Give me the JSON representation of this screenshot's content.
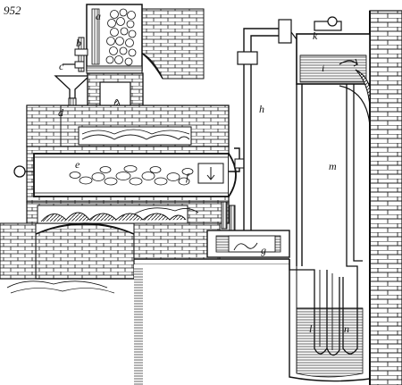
{
  "figure": {
    "number": "952",
    "ink_color": "#1a1a1a",
    "background_color": "#ffffff"
  },
  "labels": {
    "a": "a",
    "b": "b",
    "c": "c",
    "d": "d",
    "e": "e",
    "f": "f",
    "g": "g",
    "h": "h",
    "i": "i",
    "k": "k",
    "l": "l",
    "m": "m",
    "n": "n"
  }
}
